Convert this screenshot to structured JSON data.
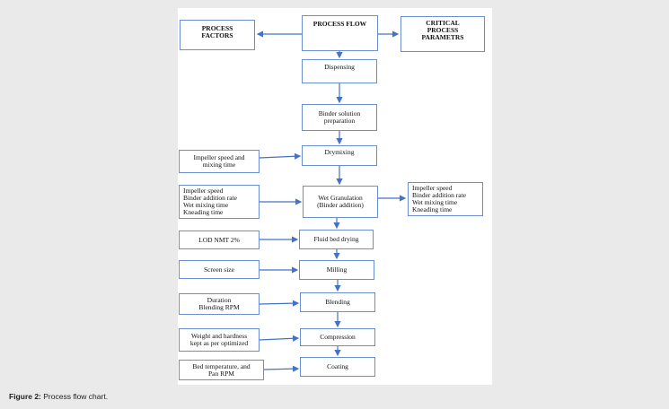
{
  "diagram": {
    "header": {
      "process_factors": "PROCESS\nFACTORS",
      "process_flow": "PROCESS FLOW",
      "critical_parameters": "CRITICAL\nPROCESS\nPARAMETRS"
    },
    "steps": [
      "Dispensing",
      "Binder solution\npreparation",
      "Drymixing",
      "Wet Granulation\n(Binder addition)",
      "Fluid bed drying",
      "Milling",
      "Blending",
      "Compression",
      "Coating"
    ],
    "process_factors": [
      "Impeller speed and\nmixing time",
      "Impeller speed\nBinder addition rate\nWet mixing time\nKneading time",
      "LOD NMT 2%",
      "Screen size",
      "Duration\nBlending RPM",
      "Weight and hardness\nkept as per optimized",
      "Bed temperature, and\nPan RPM"
    ],
    "critical_parameters": [
      "Impeller speed\nBinder addition rate\nWet mixing time\nKneading time"
    ]
  },
  "caption": {
    "label": "Figure 2:",
    "text": " Process flow chart."
  },
  "colors": {
    "box_border": "#6a8ecf",
    "arrow": "#4472c4",
    "background": "#eaeaea",
    "canvas": "#ffffff"
  }
}
